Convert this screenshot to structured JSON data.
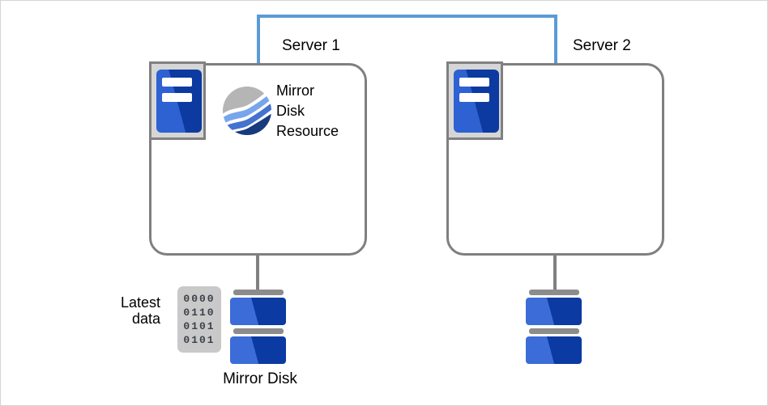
{
  "diagram": {
    "type": "mirror-disk-cluster",
    "servers": [
      {
        "label": "Server 1",
        "resource_label": "Mirror\nDisk\nResource",
        "has_resource_icon": true
      },
      {
        "label": "Server 2",
        "has_resource_icon": false
      }
    ],
    "disks": {
      "caption": "Mirror Disk",
      "latest_data_label": "Latest\ndata",
      "binary_rows": "0000\n0110\n0101\n0101"
    },
    "icons": {
      "server": "server-tower-icon",
      "resource": "wave-sphere-icon",
      "disk": "stacked-disk-icon",
      "binary": "binary-data-icon"
    },
    "colors": {
      "link_blue": "#5b9bd5",
      "box_border_gray": "#7f7f7f",
      "server_blue": "#2e61d2",
      "server_blue_dark": "#0c3aa0",
      "disk_blue": "#3c6cd8",
      "disk_blue_dark": "#0a3aa2",
      "connector_gray": "#808080",
      "chip_gray": "#c9c9c9",
      "wave_gray": "#b5b5b5",
      "wave_light_blue": "#78a6ec",
      "wave_blue": "#4372cf",
      "wave_navy": "#1a3a7e"
    }
  }
}
